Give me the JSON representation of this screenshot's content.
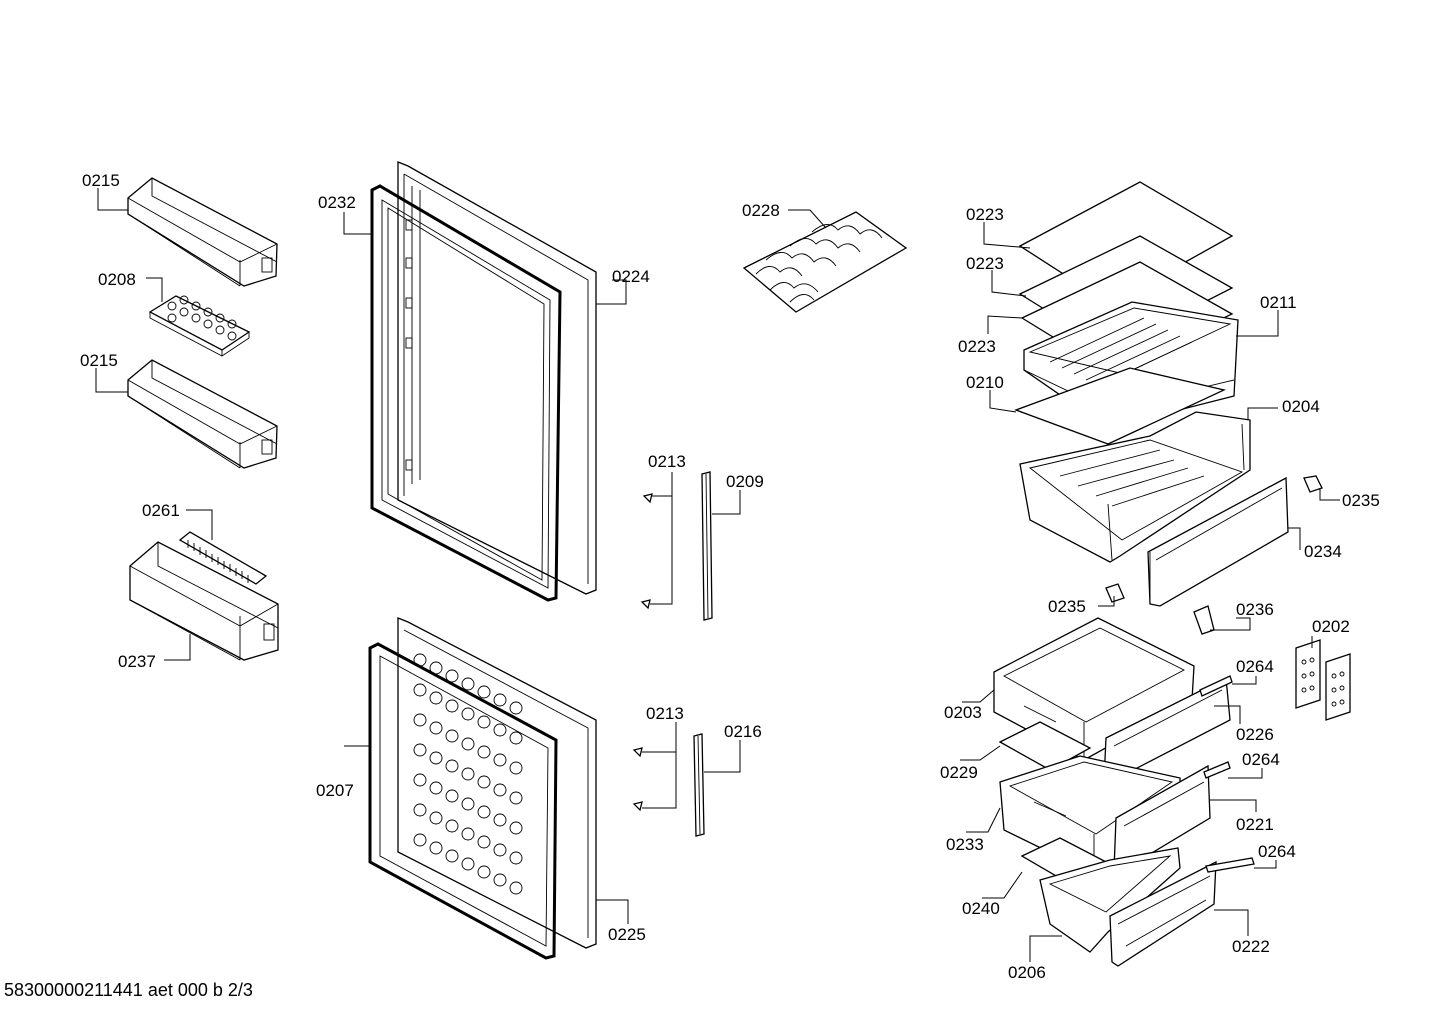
{
  "footer": "58300000211441 aet 000 b 2/3",
  "labels": {
    "l0215a": "0215",
    "l0208": "0208",
    "l0215b": "0215",
    "l0261": "0261",
    "l0237": "0237",
    "l0232": "0232",
    "l0224": "0224",
    "l0207": "0207",
    "l0225": "0225",
    "l0213a": "0213",
    "l0209": "0209",
    "l0213b": "0213",
    "l0216": "0216",
    "l0228": "0228",
    "l0223a": "0223",
    "l0223b": "0223",
    "l0223c": "0223",
    "l0211": "0211",
    "l0210": "0210",
    "l0204": "0204",
    "l0235a": "0235",
    "l0234": "0234",
    "l0235b": "0235",
    "l0236": "0236",
    "l0202": "0202",
    "l0264a": "0264",
    "l0203": "0203",
    "l0226": "0226",
    "l0229": "0229",
    "l0264b": "0264",
    "l0233": "0233",
    "l0221": "0221",
    "l0264c": "0264",
    "l0240": "0240",
    "l0222": "0222",
    "l0206": "0206"
  }
}
